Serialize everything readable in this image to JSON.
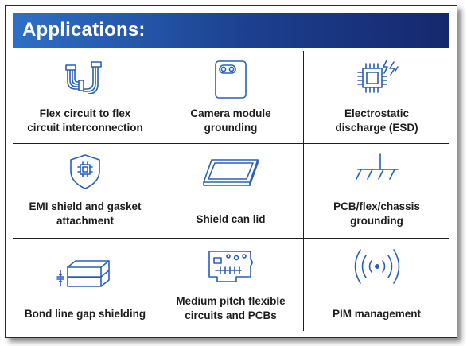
{
  "header": {
    "title": "Applications:"
  },
  "colors": {
    "accent": "#2a5fb5",
    "header_start": "#2f6fc6",
    "header_end": "#15286e"
  },
  "applications": [
    {
      "icon": "flex-circuit-icon",
      "label_line1": "Flex circuit to flex",
      "label_line2": "circuit interconnection"
    },
    {
      "icon": "camera-module-icon",
      "label_line1": "Camera module",
      "label_line2": "grounding"
    },
    {
      "icon": "esd-chip-icon",
      "label_line1": "Electrostatic",
      "label_line2": "discharge (ESD)"
    },
    {
      "icon": "emi-shield-icon",
      "label_line1": "EMI shield and gasket",
      "label_line2": "attachment"
    },
    {
      "icon": "shield-can-lid-icon",
      "label_line1": "Shield can lid",
      "label_line2": ""
    },
    {
      "icon": "chassis-ground-icon",
      "label_line1": "PCB/flex/chassis",
      "label_line2": "grounding"
    },
    {
      "icon": "bond-line-gap-icon",
      "label_line1": "Bond line gap shielding",
      "label_line2": ""
    },
    {
      "icon": "flexible-circuit-board-icon",
      "label_line1": "Medium pitch flexible",
      "label_line2": "circuits and PCBs"
    },
    {
      "icon": "pim-signal-icon",
      "label_line1": "PIM management",
      "label_line2": ""
    }
  ]
}
